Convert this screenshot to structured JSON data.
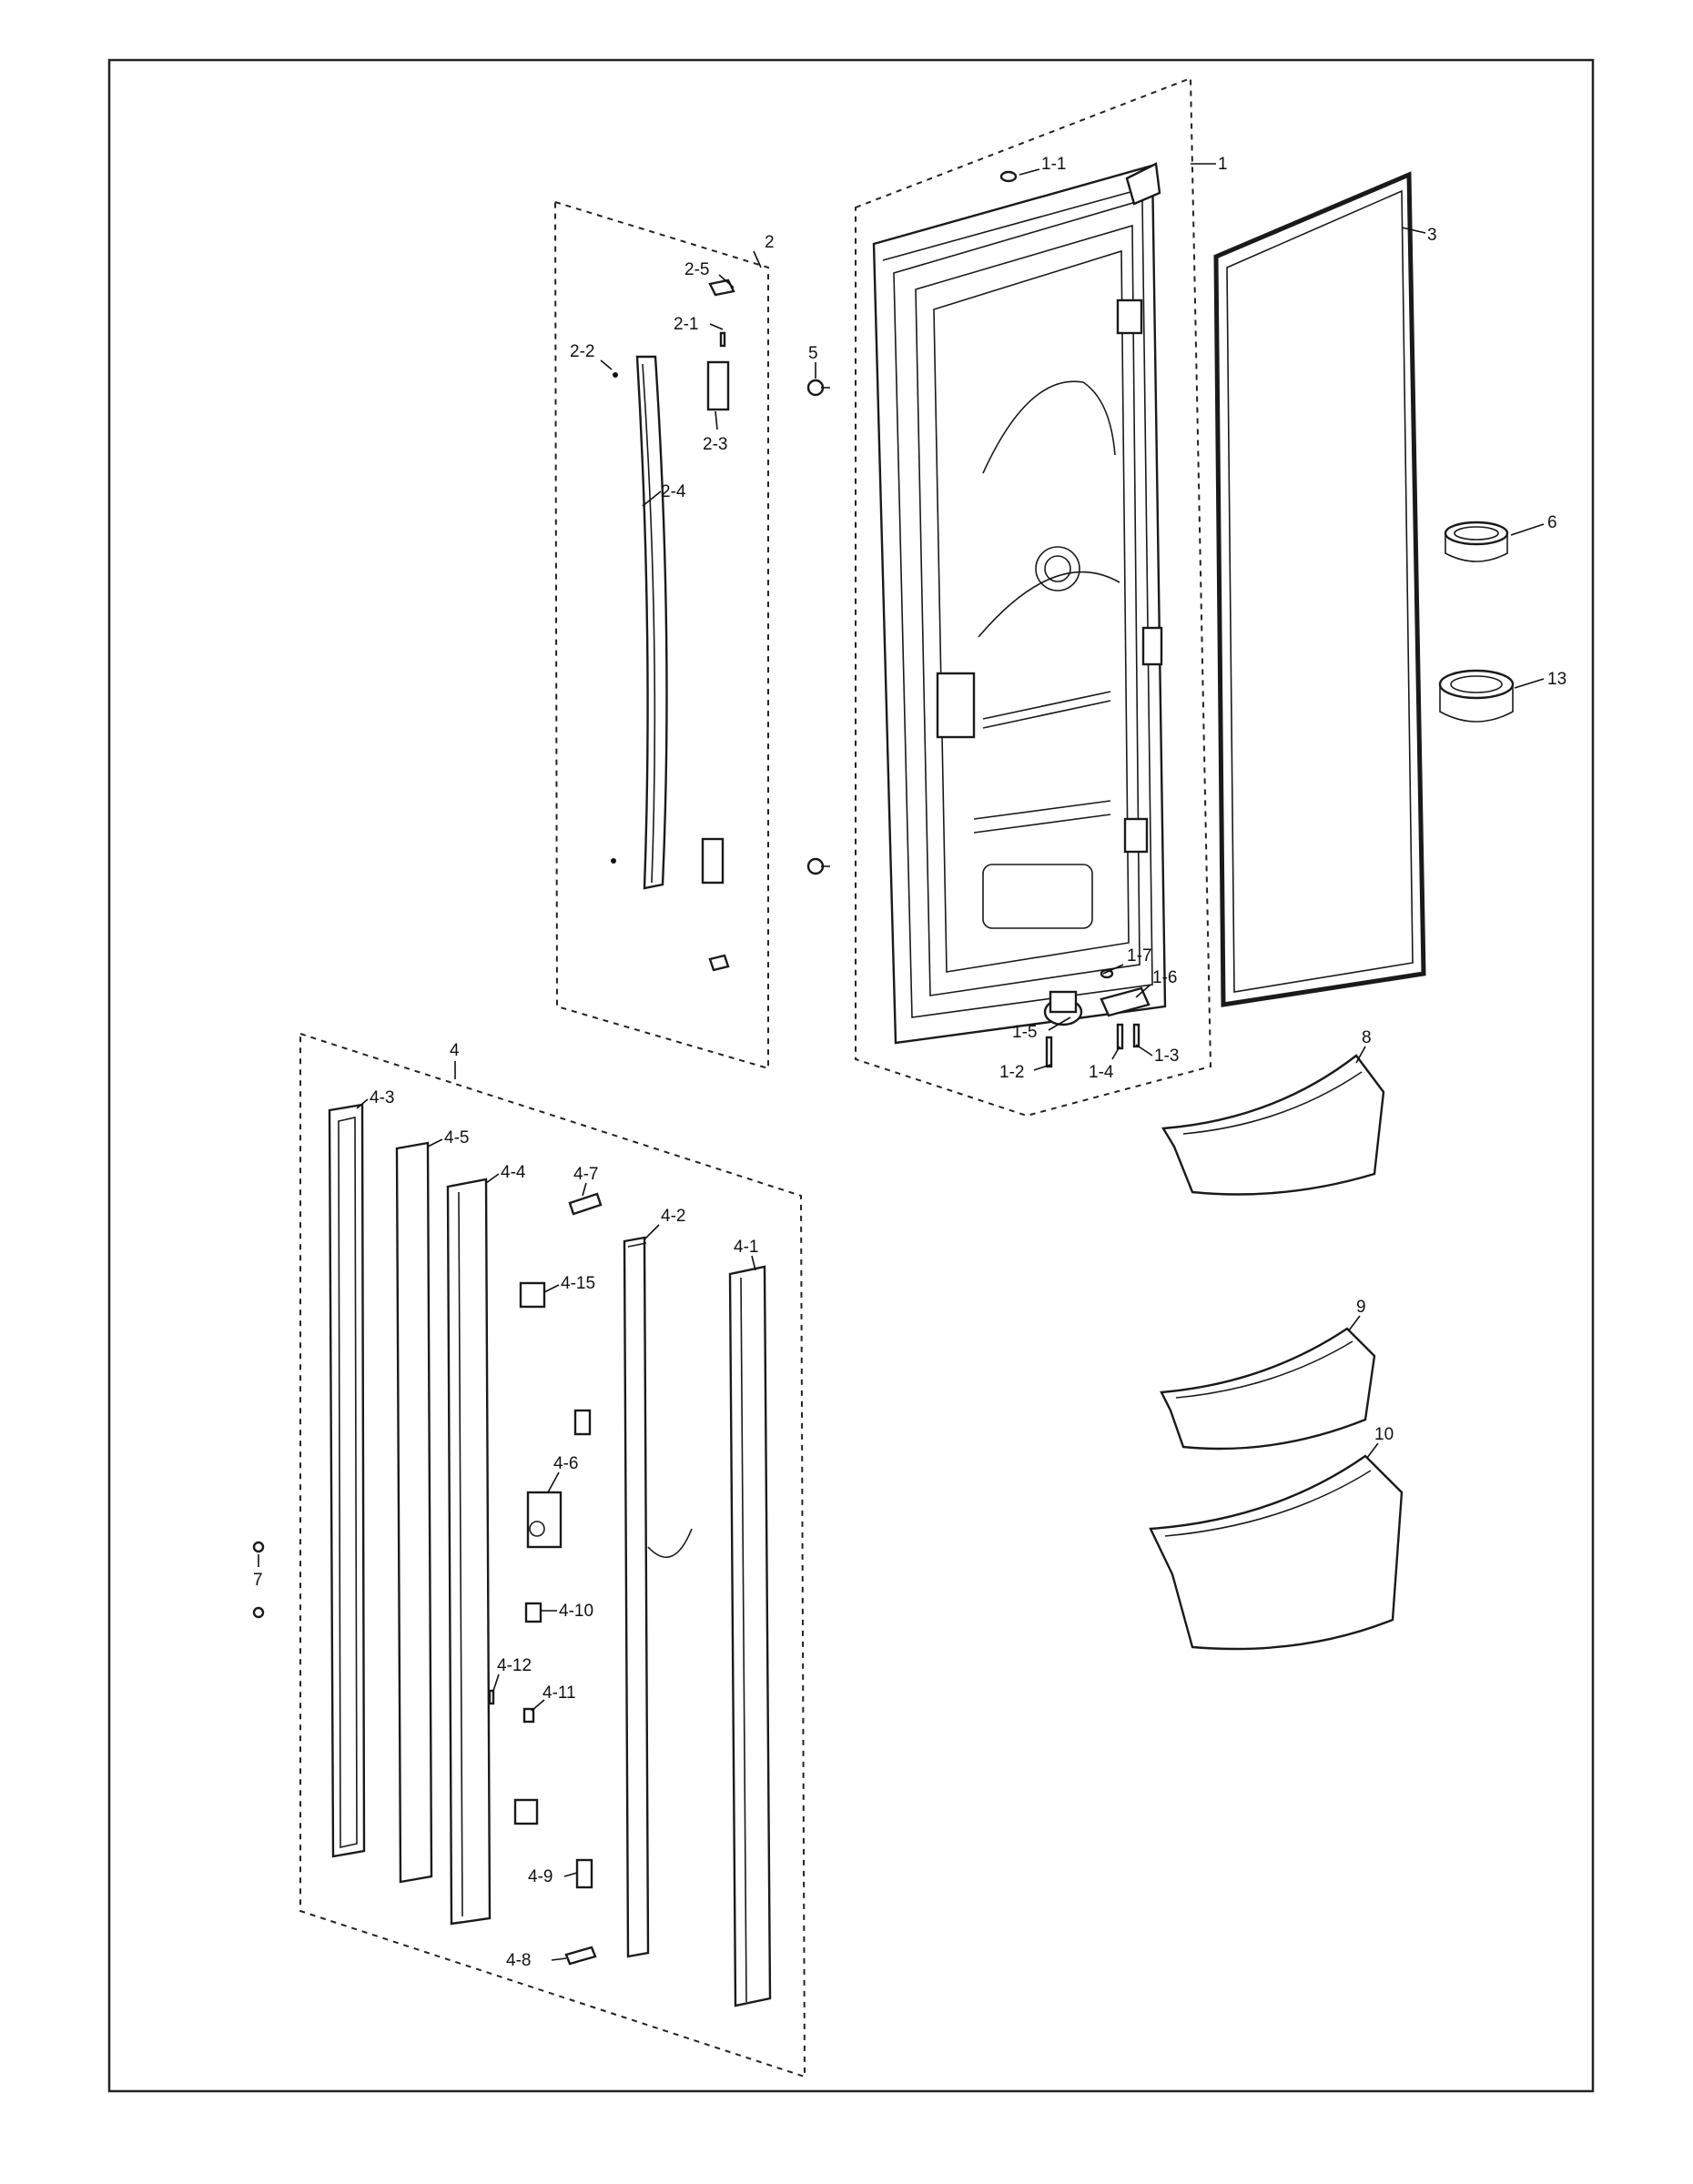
{
  "callouts": {
    "c1": "1",
    "c1_1": "1-1",
    "c1_2": "1-2",
    "c1_3": "1-3",
    "c1_4": "1-4",
    "c1_5": "1-5",
    "c1_6": "1-6",
    "c1_7": "1-7",
    "c2": "2",
    "c2_1": "2-1",
    "c2_2": "2-2",
    "c2_3": "2-3",
    "c2_4": "2-4",
    "c2_5": "2-5",
    "c3": "3",
    "c4": "4",
    "c4_1": "4-1",
    "c4_2": "4-2",
    "c4_3": "4-3",
    "c4_4": "4-4",
    "c4_5": "4-5",
    "c4_6": "4-6",
    "c4_7": "4-7",
    "c4_8": "4-8",
    "c4_9": "4-9",
    "c4_10": "4-10",
    "c4_11": "4-11",
    "c4_12": "4-12",
    "c4_15": "4-15",
    "c5": "5",
    "c6": "6",
    "c7": "7",
    "c8": "8",
    "c9": "9",
    "c10": "10",
    "c13": "13"
  }
}
